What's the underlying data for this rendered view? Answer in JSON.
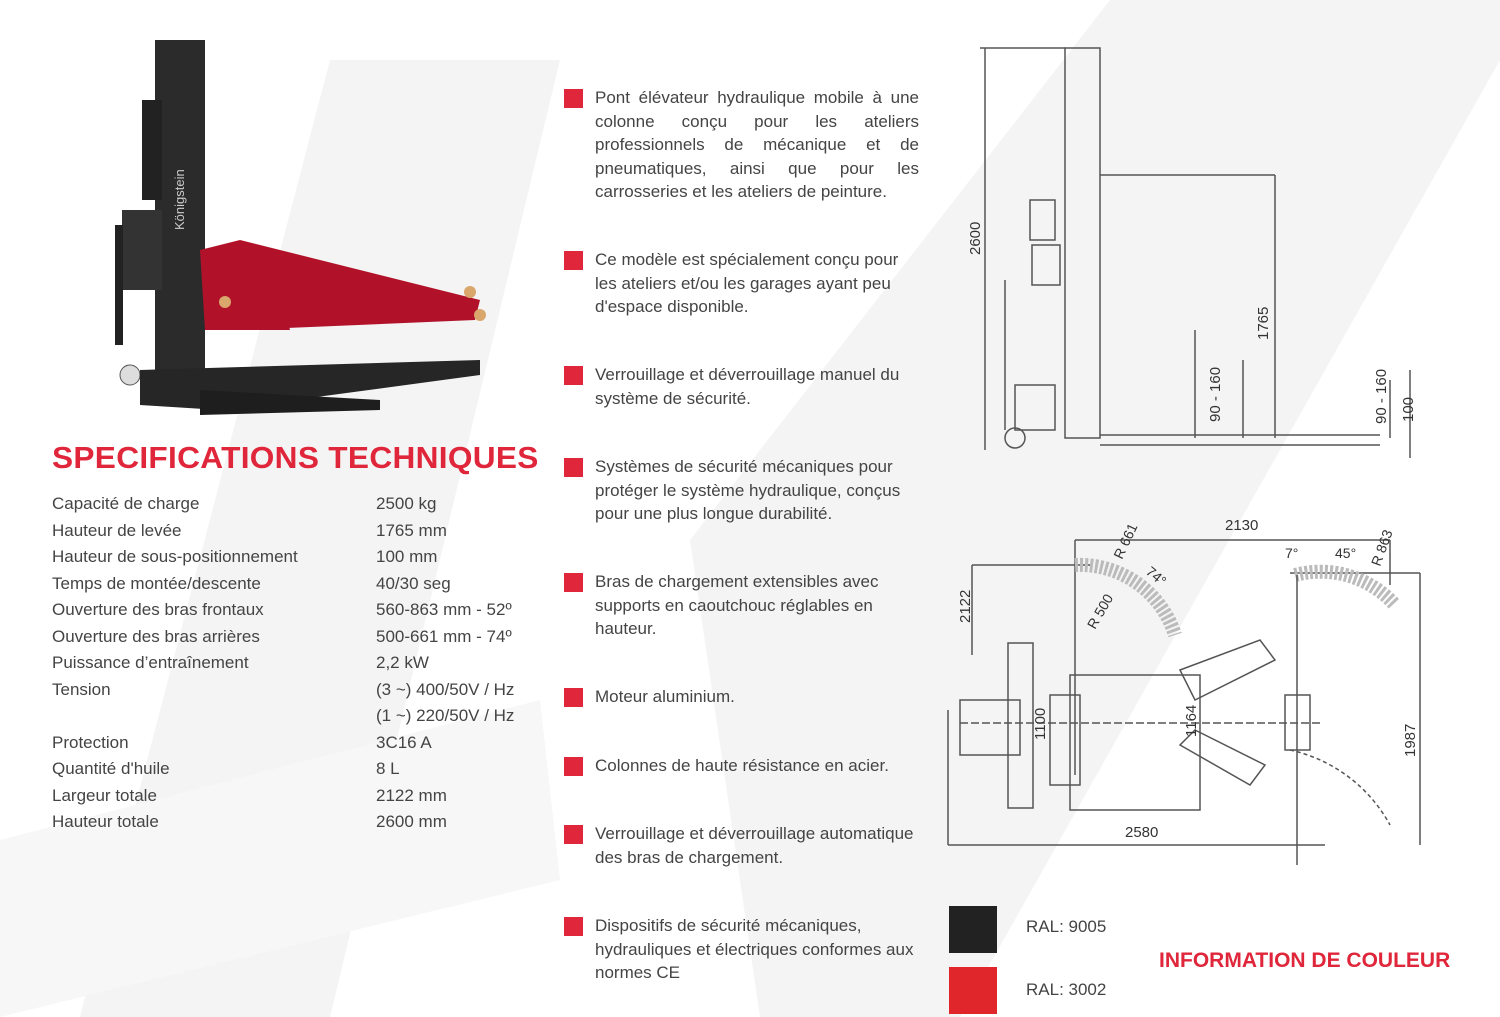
{
  "product": {
    "brand_on_column": "Königstein"
  },
  "specs": {
    "title": "SPECIFICATIONS TECHNIQUES",
    "rows": [
      {
        "label": "Capacité de charge",
        "value": "2500 kg"
      },
      {
        "label": "Hauteur de levée",
        "value": "1765 mm"
      },
      {
        "label": "Hauteur de sous-positionnement",
        "value": "100 mm"
      },
      {
        "label": "Temps de montée/descente",
        "value": "40/30 seg"
      },
      {
        "label": "Ouverture des bras frontaux",
        "value": "560-863 mm - 52º"
      },
      {
        "label": "Ouverture des bras arrières",
        "value": "500-661 mm - 74º"
      },
      {
        "label": "Puissance d’entraînement",
        "value": "2,2 kW"
      },
      {
        "label": "Tension",
        "value": "(3 ~) 400/50V / Hz"
      },
      {
        "label": "",
        "value": "(1 ~) 220/50V / Hz"
      },
      {
        "label": "Protection",
        "value": "3C16 A"
      },
      {
        "label": "Quantité d'huile",
        "value": "8 L"
      },
      {
        "label": "Largeur totale",
        "value": "2122 mm"
      },
      {
        "label": "Hauteur totale",
        "value": "2600 mm"
      }
    ]
  },
  "features": [
    "Pont élévateur hydraulique mobile à une colonne conçu pour les ateliers professionnels de mécanique et de pneumatiques, ainsi que pour les carrosseries et les ateliers de peinture.",
    "Ce modèle est spécialement conçu pour les ateliers et/ou les garages ayant peu d'espace disponible.",
    "Verrouillage et déverrouillage manuel du système de sécurité.",
    "Systèmes de sécurité mécaniques pour protéger le système hydraulique, conçus pour une plus longue durabilité.",
    "Bras de chargement extensibles avec supports en caoutchouc réglables en hauteur.",
    "Moteur aluminium.",
    "Colonnes de haute résistance en acier.",
    "Verrouillage et déverrouillage automatique des bras de chargement.",
    "Dispositifs de sécurité mécaniques, hydrauliques et électriques conformes aux normes CE"
  ],
  "side_view": {
    "dims": [
      "2600",
      "1765",
      "90 - 160",
      "90 - 160",
      "100"
    ]
  },
  "top_view": {
    "dims": [
      "2130",
      "R 661",
      "74°",
      "R 500",
      "7°",
      "45°",
      "R 863",
      "2122",
      "1100",
      "1164",
      "1987",
      "2580"
    ]
  },
  "colors": {
    "title": "INFORMATION DE COULEUR",
    "items": [
      {
        "label": "RAL: 9005",
        "hex": "#222222"
      },
      {
        "label": "RAL: 3002",
        "hex": "#e0262b"
      }
    ]
  },
  "accent": "#e0263a"
}
